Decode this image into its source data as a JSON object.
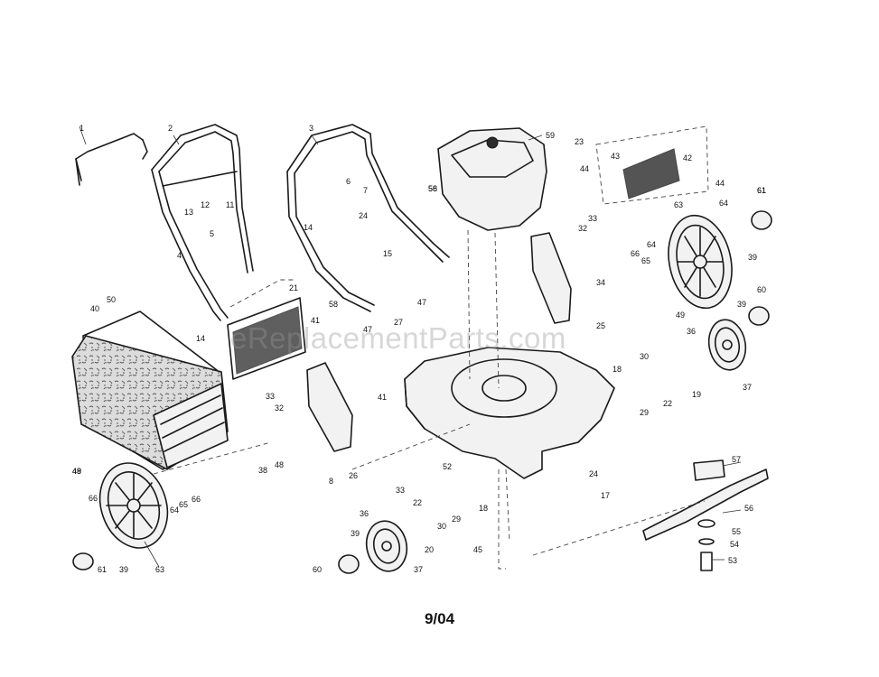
{
  "watermark": "eReplacementParts.com",
  "date_code": "9/04",
  "callouts": [
    {
      "id": "c1",
      "label": "1"
    },
    {
      "id": "c2",
      "label": "2"
    },
    {
      "id": "c3",
      "label": "3"
    },
    {
      "id": "c4",
      "label": "4"
    },
    {
      "id": "c5",
      "label": "5"
    },
    {
      "id": "c6",
      "label": "6"
    },
    {
      "id": "c7",
      "label": "7"
    },
    {
      "id": "c8",
      "label": "8"
    },
    {
      "id": "c11",
      "label": "11"
    },
    {
      "id": "c12",
      "label": "12"
    },
    {
      "id": "c13",
      "label": "13"
    },
    {
      "id": "c14a",
      "label": "14"
    },
    {
      "id": "c14b",
      "label": "14"
    },
    {
      "id": "c15",
      "label": "15"
    },
    {
      "id": "c17",
      "label": "17"
    },
    {
      "id": "c18a",
      "label": "18"
    },
    {
      "id": "c18b",
      "label": "18"
    },
    {
      "id": "c19",
      "label": "19"
    },
    {
      "id": "c20",
      "label": "20"
    },
    {
      "id": "c21",
      "label": "21"
    },
    {
      "id": "c22a",
      "label": "22"
    },
    {
      "id": "c22b",
      "label": "22"
    },
    {
      "id": "c23",
      "label": "23"
    },
    {
      "id": "c24a",
      "label": "24"
    },
    {
      "id": "c24b",
      "label": "24"
    },
    {
      "id": "c25",
      "label": "25"
    },
    {
      "id": "c26",
      "label": "26"
    },
    {
      "id": "c27",
      "label": "27"
    },
    {
      "id": "c29a",
      "label": "29"
    },
    {
      "id": "c29b",
      "label": "29"
    },
    {
      "id": "c30a",
      "label": "30"
    },
    {
      "id": "c30b",
      "label": "30"
    },
    {
      "id": "c32a",
      "label": "32"
    },
    {
      "id": "c32b",
      "label": "32"
    },
    {
      "id": "c33a",
      "label": "33"
    },
    {
      "id": "c33b",
      "label": "33"
    },
    {
      "id": "c33c",
      "label": "33"
    },
    {
      "id": "c34",
      "label": "34"
    },
    {
      "id": "c36a",
      "label": "36"
    },
    {
      "id": "c36b",
      "label": "36"
    },
    {
      "id": "c37a",
      "label": "37"
    },
    {
      "id": "c37b",
      "label": "37"
    },
    {
      "id": "c38",
      "label": "38"
    },
    {
      "id": "c39a",
      "label": "39"
    },
    {
      "id": "c39b",
      "label": "39"
    },
    {
      "id": "c39c",
      "label": "39"
    },
    {
      "id": "c39d",
      "label": "39"
    },
    {
      "id": "c40",
      "label": "40"
    },
    {
      "id": "c41a",
      "label": "41"
    },
    {
      "id": "c41b",
      "label": "41"
    },
    {
      "id": "c42",
      "label": "42"
    },
    {
      "id": "c43",
      "label": "43"
    },
    {
      "id": "c44a",
      "label": "44"
    },
    {
      "id": "c44b",
      "label": "44"
    },
    {
      "id": "c45",
      "label": "45"
    },
    {
      "id": "c47a",
      "label": "47"
    },
    {
      "id": "c47b",
      "label": "47"
    },
    {
      "id": "c48a",
      "label": "48"
    },
    {
      "id": "c48b",
      "label": "48"
    },
    {
      "id": "c49a",
      "label": "49"
    },
    {
      "id": "c49b",
      "label": "49"
    },
    {
      "id": "c50",
      "label": "50"
    },
    {
      "id": "c52",
      "label": "52"
    },
    {
      "id": "c53",
      "label": "53"
    },
    {
      "id": "c54",
      "label": "54"
    },
    {
      "id": "c55",
      "label": "55"
    },
    {
      "id": "c56a",
      "label": "56"
    },
    {
      "id": "c56b",
      "label": "56"
    },
    {
      "id": "c57",
      "label": "57"
    },
    {
      "id": "c58a",
      "label": "58"
    },
    {
      "id": "c58b",
      "label": "58"
    },
    {
      "id": "c59",
      "label": "59"
    },
    {
      "id": "c60a",
      "label": "60"
    },
    {
      "id": "c60b",
      "label": "60"
    },
    {
      "id": "c61a",
      "label": "61"
    },
    {
      "id": "c61b",
      "label": "61"
    },
    {
      "id": "c61c",
      "label": "61"
    },
    {
      "id": "c63a",
      "label": "63"
    },
    {
      "id": "c63b",
      "label": "63"
    },
    {
      "id": "c64a",
      "label": "64"
    },
    {
      "id": "c64b",
      "label": "64"
    },
    {
      "id": "c64c",
      "label": "64"
    },
    {
      "id": "c65a",
      "label": "65"
    },
    {
      "id": "c65b",
      "label": "65"
    },
    {
      "id": "c66a",
      "label": "66"
    },
    {
      "id": "c66b",
      "label": "66"
    },
    {
      "id": "c66c",
      "label": "66"
    }
  ]
}
